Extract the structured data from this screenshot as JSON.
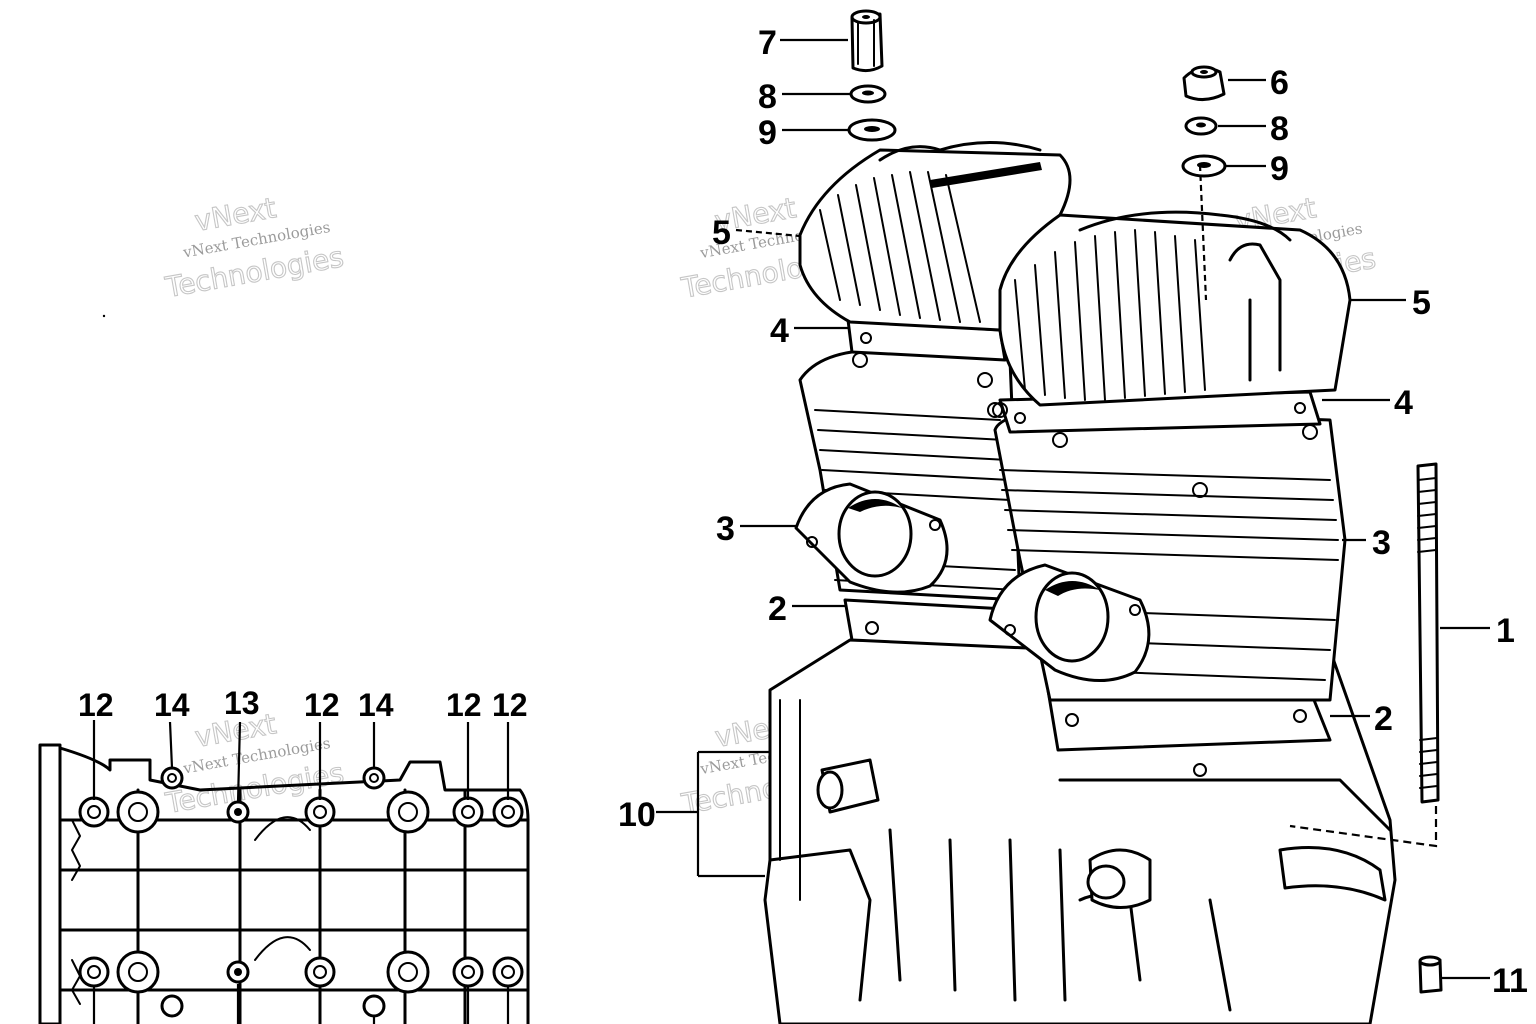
{
  "watermark": {
    "small_text": "vNext Technologies",
    "big_line_1": "vNext",
    "big_line_2": "Technologies"
  },
  "callouts": {
    "c1": "1",
    "c2_left": "2",
    "c2_right": "2",
    "c3_left": "3",
    "c3_right": "3",
    "c4_left": "4",
    "c4_right": "4",
    "c5_left": "5",
    "c5_right": "5",
    "c6": "6",
    "c7": "7",
    "c8_left": "8",
    "c8_right": "8",
    "c9_left": "9",
    "c9_right": "9",
    "c10": "10",
    "c11": "11"
  },
  "crankcase_top_labels": [
    "12",
    "14",
    "13",
    "12",
    "14",
    "12",
    "12"
  ]
}
